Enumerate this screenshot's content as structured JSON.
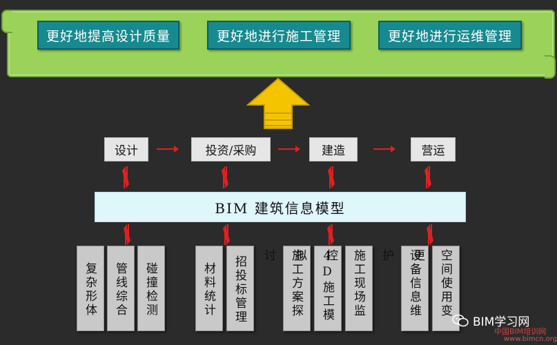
{
  "goals": [
    "更好地提高设计质量",
    "更好地进行施工管理",
    "更好地进行运维管理"
  ],
  "process": [
    "设计",
    "投资/采购",
    "建造",
    "营运"
  ],
  "bim_model": "BIM 建筑信息模型",
  "columns": [
    "复杂形体",
    "管线综合",
    "碰撞检测",
    "材料统计",
    "招投标管理",
    "施工方案探讨",
    "4D施工模拟",
    "施工现场监控",
    "设备信息维护",
    "空间使用变更"
  ],
  "watermark": {
    "title": "BIM学习网",
    "subtitle": "中国BIM培训网",
    "url": "www.bimcn.org",
    "icon": "wechat-icon"
  },
  "colors": {
    "banner": "#9bd35a",
    "goal_box": "#168a8f",
    "arrow": "#f5c400",
    "link_arrow": "#e02020",
    "bim_bar": "#dff6fb",
    "column": "#c9c9c9",
    "background": "#2b2b2b"
  }
}
